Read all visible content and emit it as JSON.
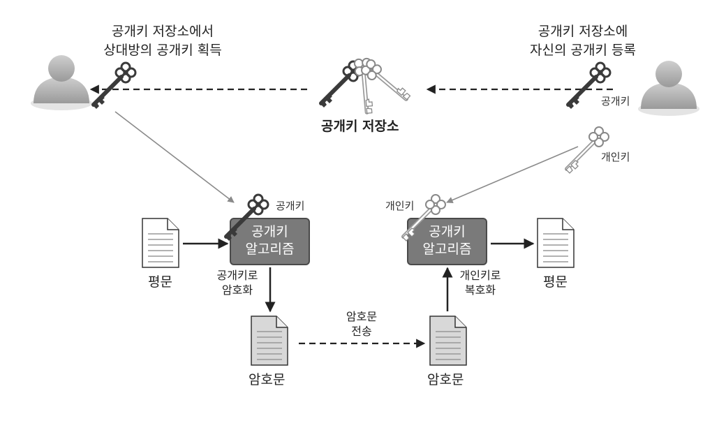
{
  "labels": {
    "left_caption_1": "공개키 저장소에서",
    "left_caption_2": "상대방의 공개키 획득",
    "right_caption_1": "공개키 저장소에",
    "right_caption_2": "자신의 공개키 등록",
    "key_store": "공개키 저장소",
    "pubkey_right": "공개키",
    "privkey_right": "개인키",
    "pubkey_at_box": "공개키",
    "privkey_at_box": "개인키",
    "box_left_1": "공개키",
    "box_left_2": "알고리즘",
    "box_right_1": "공개키",
    "box_right_2": "알고리즘",
    "plaintext_left": "평문",
    "plaintext_right": "평문",
    "encrypt_1": "공개키로",
    "encrypt_2": "암호화",
    "decrypt_1": "개인키로",
    "decrypt_2": "복호화",
    "transmit_1": "암호문",
    "transmit_2": "전송",
    "cipher_left": "암호문",
    "cipher_right": "암호문"
  },
  "colors": {
    "box_fill": "#7a7a7a",
    "box_stroke": "#4a4a4a",
    "arrow_dark": "#222222",
    "arrow_gray": "#8a8a8a",
    "key_dark": "#3a3a3a",
    "key_light": "#9a9a9a"
  }
}
